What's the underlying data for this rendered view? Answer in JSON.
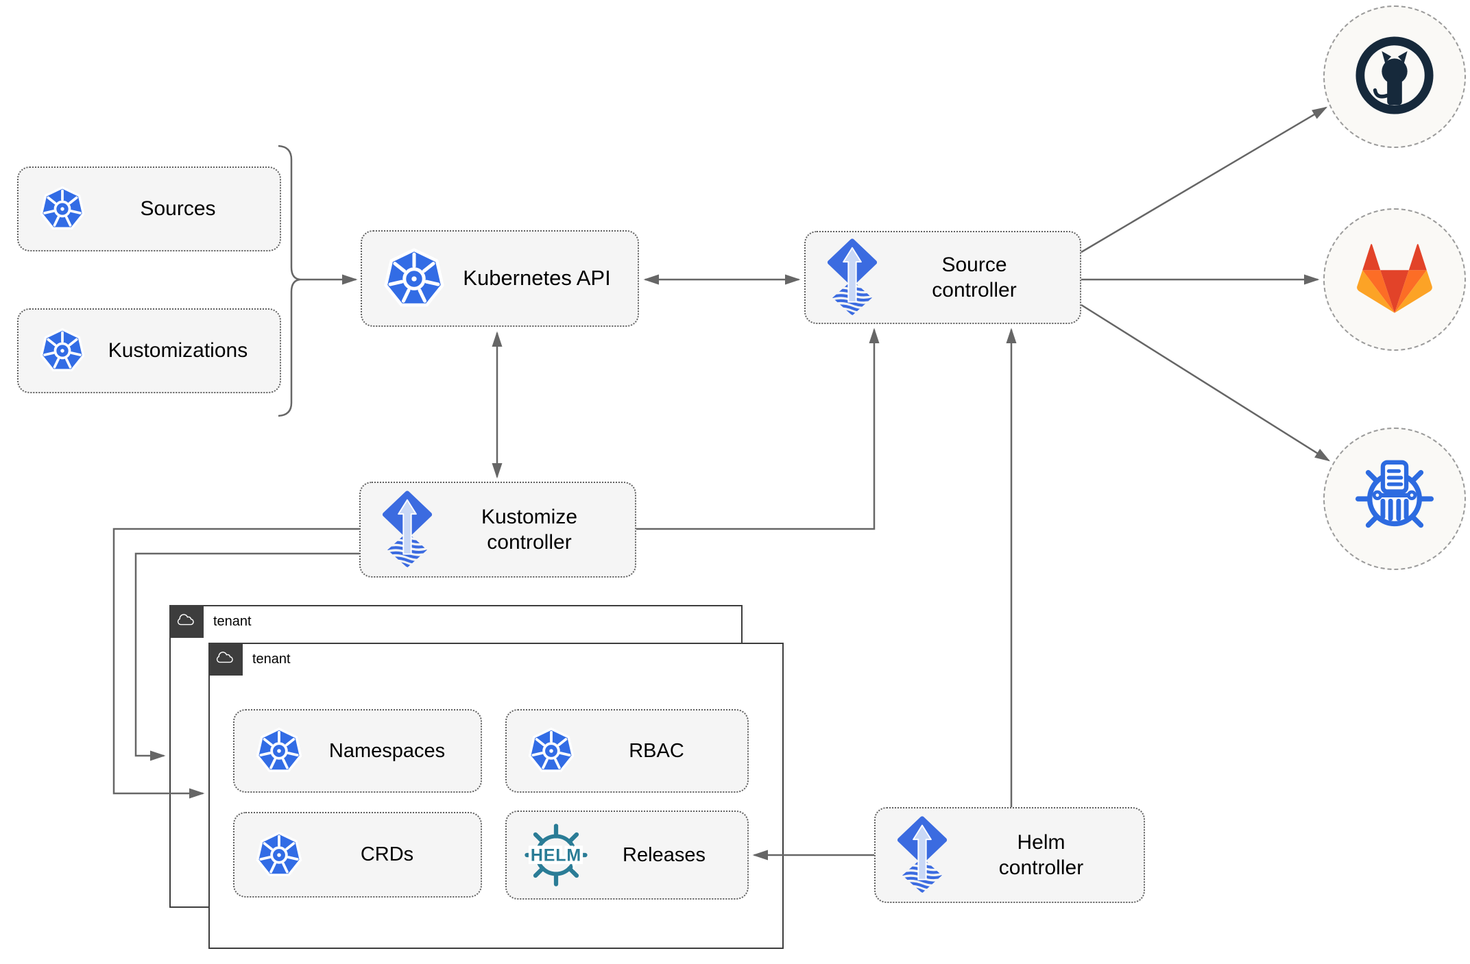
{
  "nodes": {
    "sources": {
      "label": "Sources"
    },
    "kustomizations": {
      "label": "Kustomizations"
    },
    "kubernetes_api": {
      "label": "Kubernetes API"
    },
    "source_controller": {
      "label": "Source\ncontroller"
    },
    "kustomize_controller": {
      "label": "Kustomize\ncontroller"
    },
    "helm_controller": {
      "label": "Helm\ncontroller"
    },
    "namespaces": {
      "label": "Namespaces"
    },
    "rbac": {
      "label": "RBAC"
    },
    "crds": {
      "label": "CRDs"
    },
    "releases": {
      "label": "Releases"
    }
  },
  "tenants": {
    "back": {
      "label": "tenant"
    },
    "front": {
      "label": "tenant"
    }
  },
  "external_systems": {
    "github": {
      "icon": "github-logo"
    },
    "gitlab": {
      "icon": "gitlab-logo"
    },
    "chartmuseum": {
      "icon": "chartmuseum-logo"
    }
  },
  "helm_icon_text": "HELM",
  "colors": {
    "kubernetes_blue": "#326CE5",
    "flux_blue": "#3B6BE0",
    "flux_arrow_light": "#C9D8F6",
    "helm_teal": "#2A7C96",
    "chartmuseum_blue": "#2D6BE0",
    "github_dark": "#16293B",
    "gitlab_orange_dark": "#E24329",
    "gitlab_orange": "#FC6D26",
    "gitlab_orange_light": "#FCA326",
    "connector_gray": "#666666",
    "node_fill": "#F5F5F5",
    "tenant_header_dark": "#3D3D3D"
  }
}
